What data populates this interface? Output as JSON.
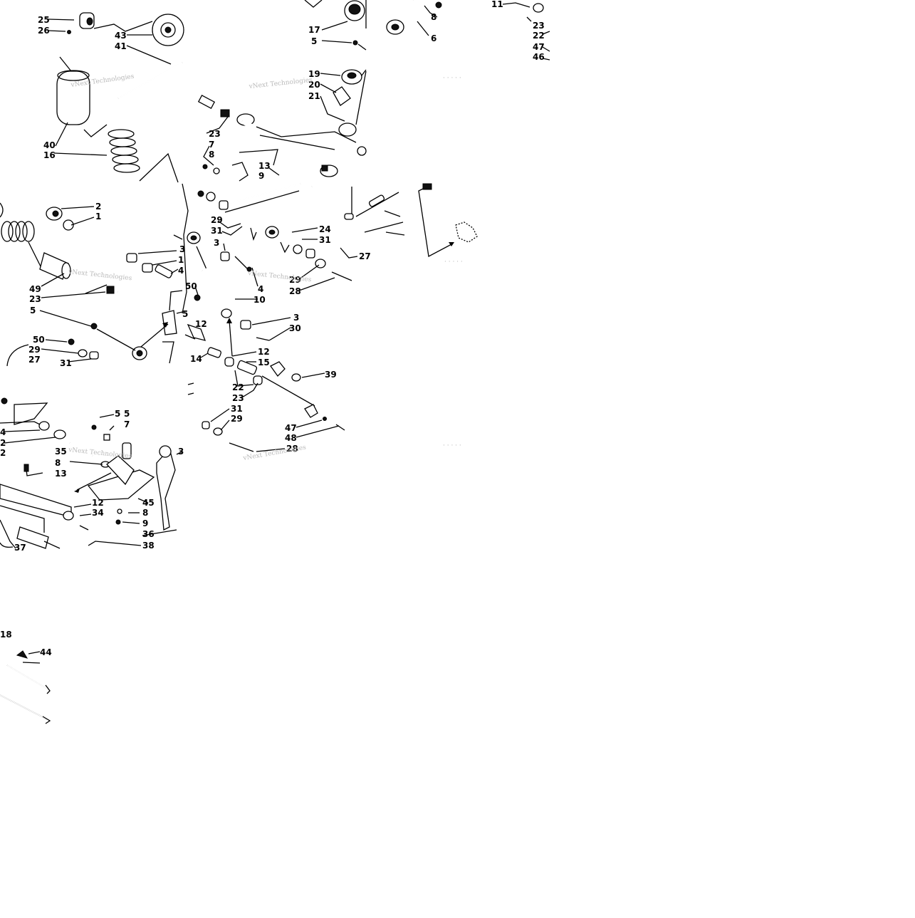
{
  "watermark": "vNext Technologies",
  "callouts": [
    "25",
    "26",
    "43",
    "41",
    "40",
    "16",
    "17",
    "5",
    "19",
    "20",
    "21",
    "23",
    "7",
    "8",
    "13",
    "9",
    "8",
    "6",
    "11",
    "23",
    "22",
    "47",
    "46",
    "2",
    "1",
    "49",
    "23",
    "5",
    "50",
    "29",
    "27",
    "31",
    "3",
    "1",
    "4",
    "50",
    "5",
    "12",
    "29",
    "31",
    "3",
    "24",
    "31",
    "4",
    "10",
    "3",
    "30",
    "27",
    "29",
    "28",
    "14",
    "12",
    "15",
    "22",
    "23",
    "39",
    "31",
    "29",
    "47",
    "48",
    "28",
    "5",
    "4",
    "2",
    "2",
    "35",
    "8",
    "13",
    "12",
    "34",
    "5",
    "7",
    "45",
    "8",
    "9",
    "36",
    "37",
    "38",
    "3",
    "18",
    "44"
  ]
}
